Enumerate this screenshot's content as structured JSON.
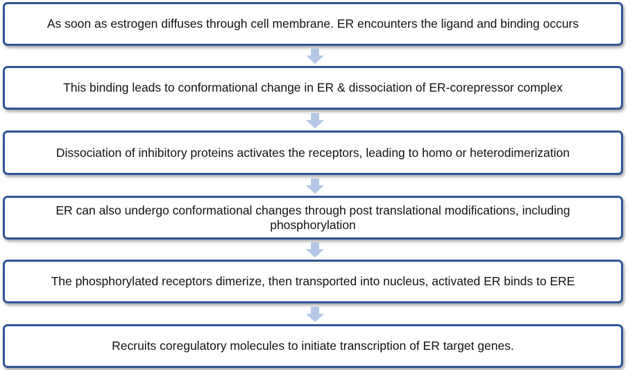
{
  "flowchart": {
    "steps": [
      {
        "text": "As soon as estrogen diffuses through cell membrane. ER encounters the ligand and binding occurs"
      },
      {
        "text": "This binding leads to conformational change in ER & dissociation of ER-corepressor  complex"
      },
      {
        "text": "Dissociation of inhibitory proteins activates the receptors, leading to homo or heterodimerization"
      },
      {
        "text": "ER can also undergo conformational changes through post translational modifications, including phosphorylation"
      },
      {
        "text": "The phosphorylated receptors dimerize, then transported into nucleus, activated ER binds to ERE"
      },
      {
        "text": "Recruits coregulatory molecules to initiate transcription of ER target genes."
      }
    ],
    "colors": {
      "box_border": "#2f5597",
      "arrow_fill": "#b4c7e7",
      "text": "#111111"
    }
  }
}
